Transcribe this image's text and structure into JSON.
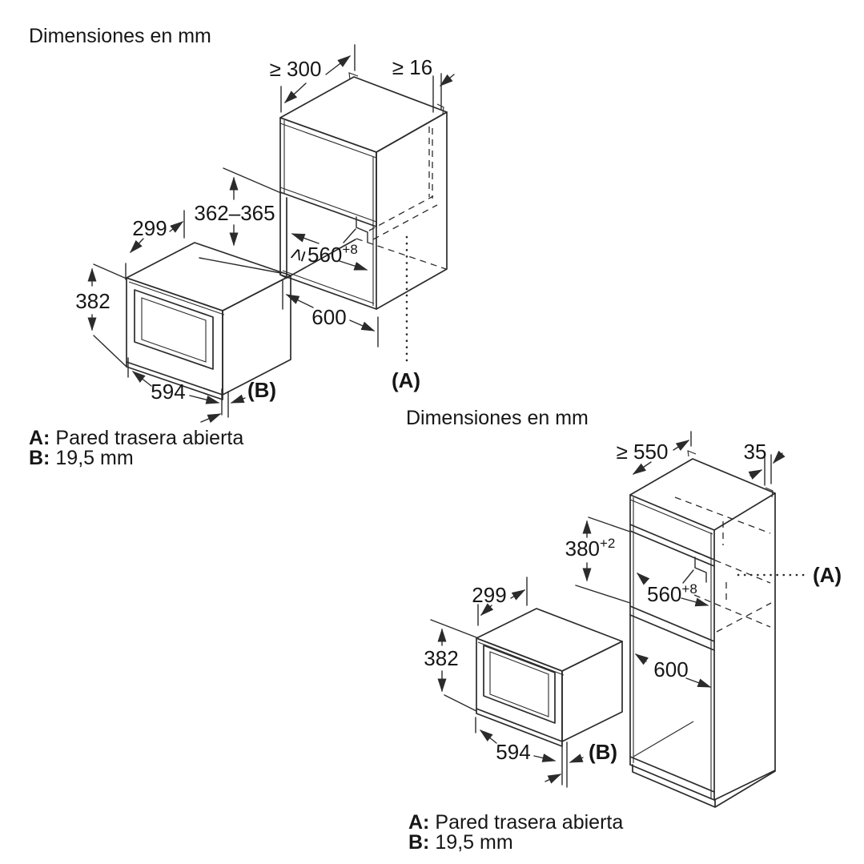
{
  "diagram1": {
    "title": "Dimensiones en mm",
    "dims": {
      "top_depth": "≥ 300",
      "side_thickness": "≥ 16",
      "niche_height": "362–365",
      "niche_width_geq": "≥",
      "niche_width": "560",
      "niche_width_tol": "+8",
      "bottom_width": "600",
      "mw_depth": "299",
      "mw_height": "382",
      "mw_width": "594"
    },
    "labels": {
      "a": "(A)",
      "b": "(B)"
    },
    "legend": [
      {
        "key": "A:",
        "text": "Pared trasera abierta"
      },
      {
        "key": "B:",
        "text": "19,5 mm"
      }
    ]
  },
  "diagram2": {
    "title": "Dimensiones en mm",
    "dims": {
      "top_depth": "≥ 550",
      "rear_gap": "35",
      "niche_height": "380",
      "niche_height_tol": "+2",
      "niche_width": "560",
      "niche_width_tol": "+8",
      "lower_height": "600",
      "mw_depth": "299",
      "mw_height": "382",
      "mw_width": "594"
    },
    "labels": {
      "a": "(A)",
      "b": "(B)"
    },
    "legend": [
      {
        "key": "A:",
        "text": "Pared trasera abierta"
      },
      {
        "key": "B:",
        "text": "19,5 mm"
      }
    ]
  }
}
